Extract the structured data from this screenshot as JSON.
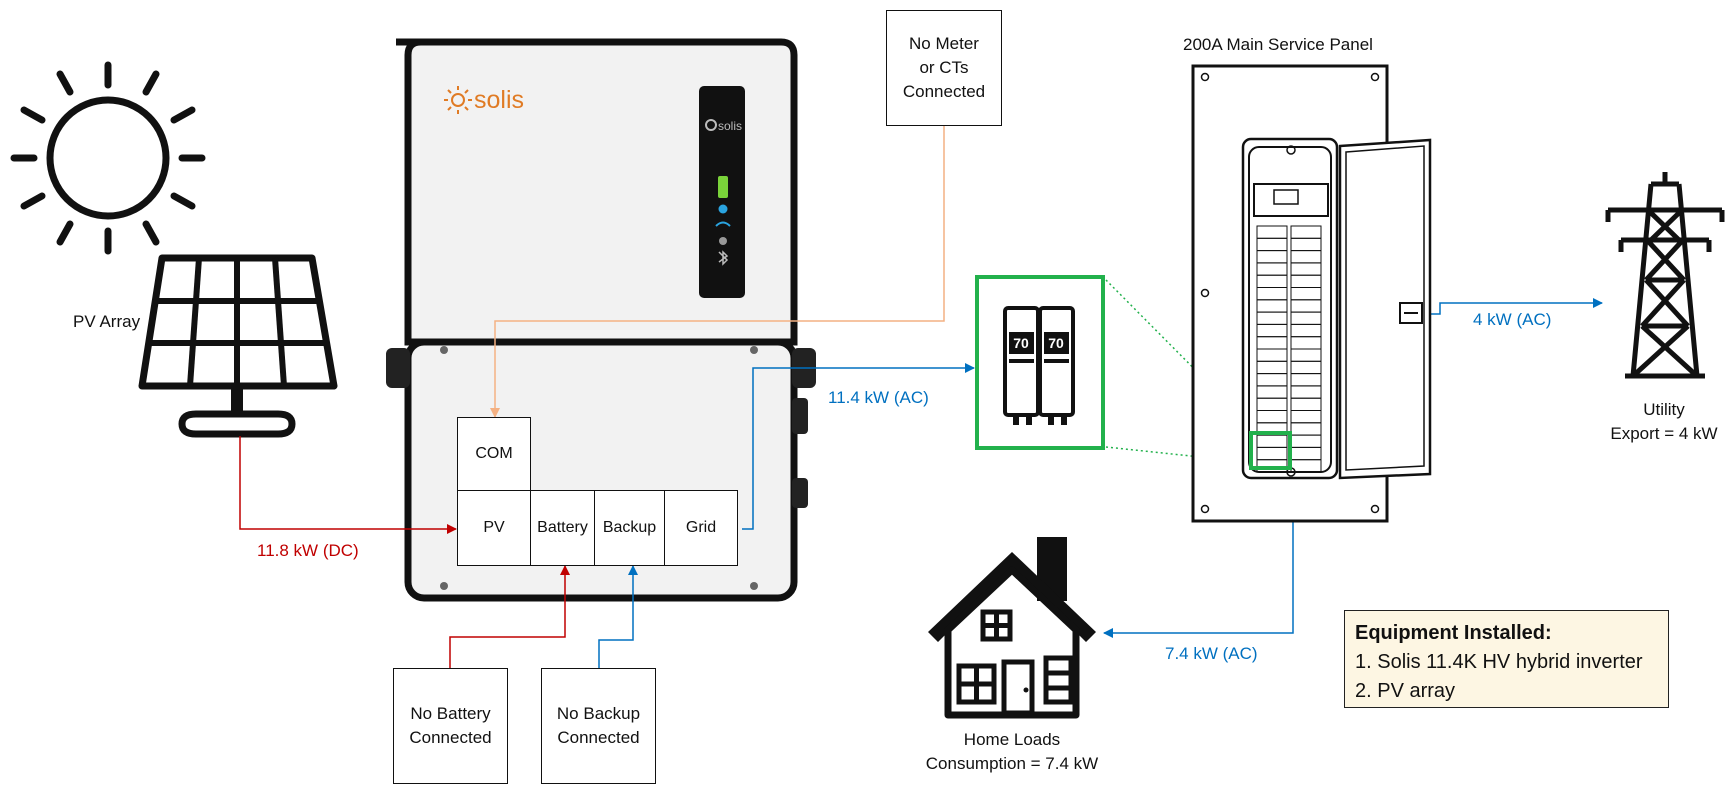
{
  "colors": {
    "dc_line": "#c00000",
    "ac_line": "#0070c0",
    "com_line": "#f4b183",
    "highlight": "#22b14c",
    "inverter_top": "#f2f2f2",
    "equipment_bg": "#fdf6e3"
  },
  "icons": [
    "sun-icon",
    "solar-panel-icon",
    "house-icon",
    "transmission-tower-icon",
    "breaker-icon",
    "service-panel-icon",
    "inverter-icon"
  ],
  "labels": {
    "pv_array": "PV Array",
    "service_panel": "200A Main Service Panel",
    "utility_line1": "Utility",
    "utility_line2": "Export = 4 kW",
    "home_line1": "Home Loads",
    "home_line2": "Consumption = 7.4 kW"
  },
  "boxes": {
    "no_meter": [
      "No Meter",
      "or CTs",
      "Connected"
    ],
    "no_battery": [
      "No Battery",
      "Connected"
    ],
    "no_backup": [
      "No Backup",
      "Connected"
    ]
  },
  "ports": {
    "com": "COM",
    "pv": "PV",
    "battery": "Battery",
    "backup": "Backup",
    "grid": "Grid"
  },
  "inverter": {
    "brand": "solis",
    "panel_brand": "solis"
  },
  "breaker": {
    "rating_left": "70",
    "rating_right": "70"
  },
  "flows": {
    "pv_dc": "11.8 kW (DC)",
    "grid_ac": "11.4 kW (AC)",
    "utility_ac": "4 kW (AC)",
    "home_ac": "7.4 kW (AC)"
  },
  "equipment": {
    "title": "Equipment Installed:",
    "items": [
      "1. Solis 11.4K HV hybrid inverter",
      "2. PV array"
    ]
  }
}
